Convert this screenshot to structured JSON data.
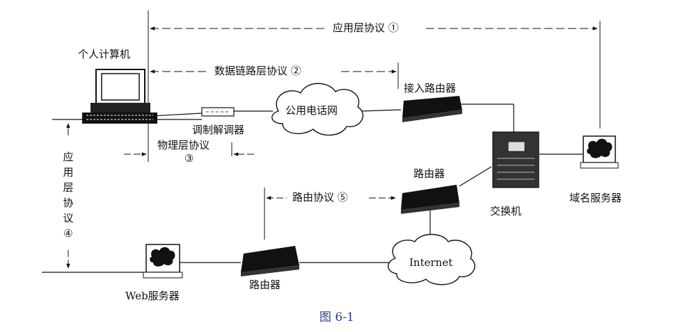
{
  "labels": {
    "app_protocol_1": "应用层协议 ①",
    "pc": "个人计算机",
    "datalink_protocol_2": "数据链路层协议 ②",
    "access_router": "接入路由器",
    "pstn": "公用电话网",
    "modem": "调制解调器",
    "physical_protocol": "物理层协议",
    "physical_protocol_num": "③",
    "app_protocol_4_chars": [
      "应",
      "用",
      "层",
      "协",
      "议",
      "④"
    ],
    "router_mid": "路由器",
    "routing_protocol_5": "路由协议 ⑤",
    "switch": "交换机",
    "dns_server": "域名服务器",
    "internet": "Internet",
    "router_bottom": "路由器",
    "web_server": "Web服务器",
    "caption": "图 6-1"
  },
  "icons": [
    "pc-icon",
    "modem-icon",
    "cloud-icon",
    "router-icon",
    "switch-icon",
    "server-icon"
  ]
}
